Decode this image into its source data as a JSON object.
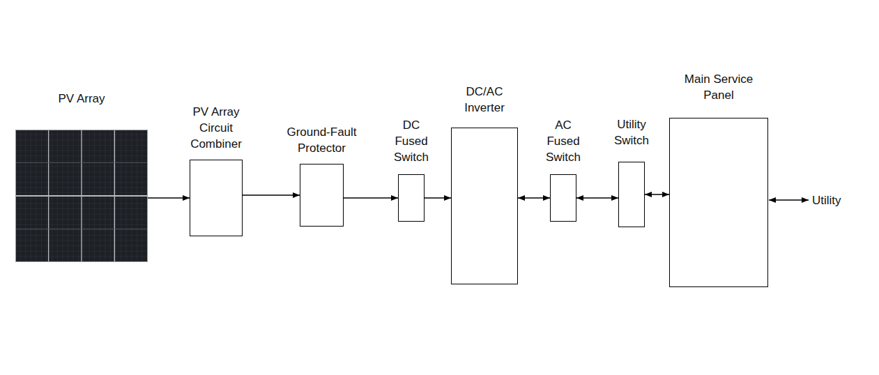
{
  "diagram": {
    "nodes": [
      {
        "text": [
          "PV Array"
        ]
      },
      {
        "text": [
          "PV Array Circuit Combiner"
        ]
      },
      {
        "text": [
          "Ground-Fault Protector"
        ]
      },
      {
        "text": [
          "DC Fused Switch"
        ]
      },
      {
        "text": [
          "DC/AC Inverter"
        ]
      },
      {
        "text": [
          "AC Fused Switch"
        ]
      },
      {
        "text": [
          "Utility Switch"
        ]
      },
      {
        "text": [
          "Main Service Panel"
        ]
      }
    ],
    "edges": [
      {
        "from": 0,
        "to": 1,
        "arrow": "to"
      },
      {
        "from": 1,
        "to": 2,
        "arrow": "to"
      },
      {
        "from": 2,
        "to": 3,
        "arrow": "to"
      },
      {
        "from": 3,
        "to": 4,
        "arrow": "to"
      },
      {
        "from": 4,
        "to": 5,
        "arrow": "both"
      },
      {
        "from": 5,
        "to": 6,
        "arrow": "both"
      },
      {
        "from": 6,
        "to": 7,
        "arrow": "both"
      }
    ],
    "labels": [
      "Utility"
    ]
  }
}
